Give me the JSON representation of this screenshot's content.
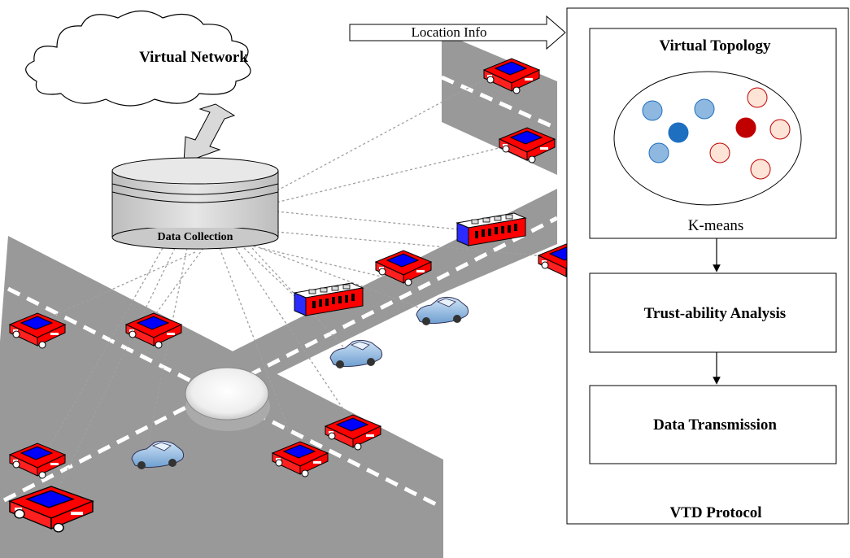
{
  "cloud": {
    "label": "Virtual Network"
  },
  "arrow": {
    "label": "Location Info"
  },
  "database": {
    "label": "Data Collection"
  },
  "protocol": {
    "title": "VTD Protocol",
    "topology": {
      "title": "Virtual Topology",
      "caption": "K-means"
    },
    "trust_label": "Trust-ability Analysis",
    "transmission_label": "Data Transmission"
  },
  "colors": {
    "road": "#999999",
    "lane_mark": "#ffffff",
    "car_body": "#ff0000",
    "car_window": "#0000ff",
    "cluster_blue_light": "#8fb8e0",
    "cluster_blue_dark": "#1f6fc0",
    "cluster_red_light": "#fde4d7",
    "cluster_red_dark": "#c00000",
    "database_fill": "#d6d6d6",
    "link_line": "#a0a0a0"
  },
  "icons": [
    "cloud-icon",
    "database-icon",
    "car-icon",
    "bus-icon",
    "roundabout-icon",
    "double-arrow-icon",
    "right-arrow-icon",
    "down-arrow-icon"
  ]
}
